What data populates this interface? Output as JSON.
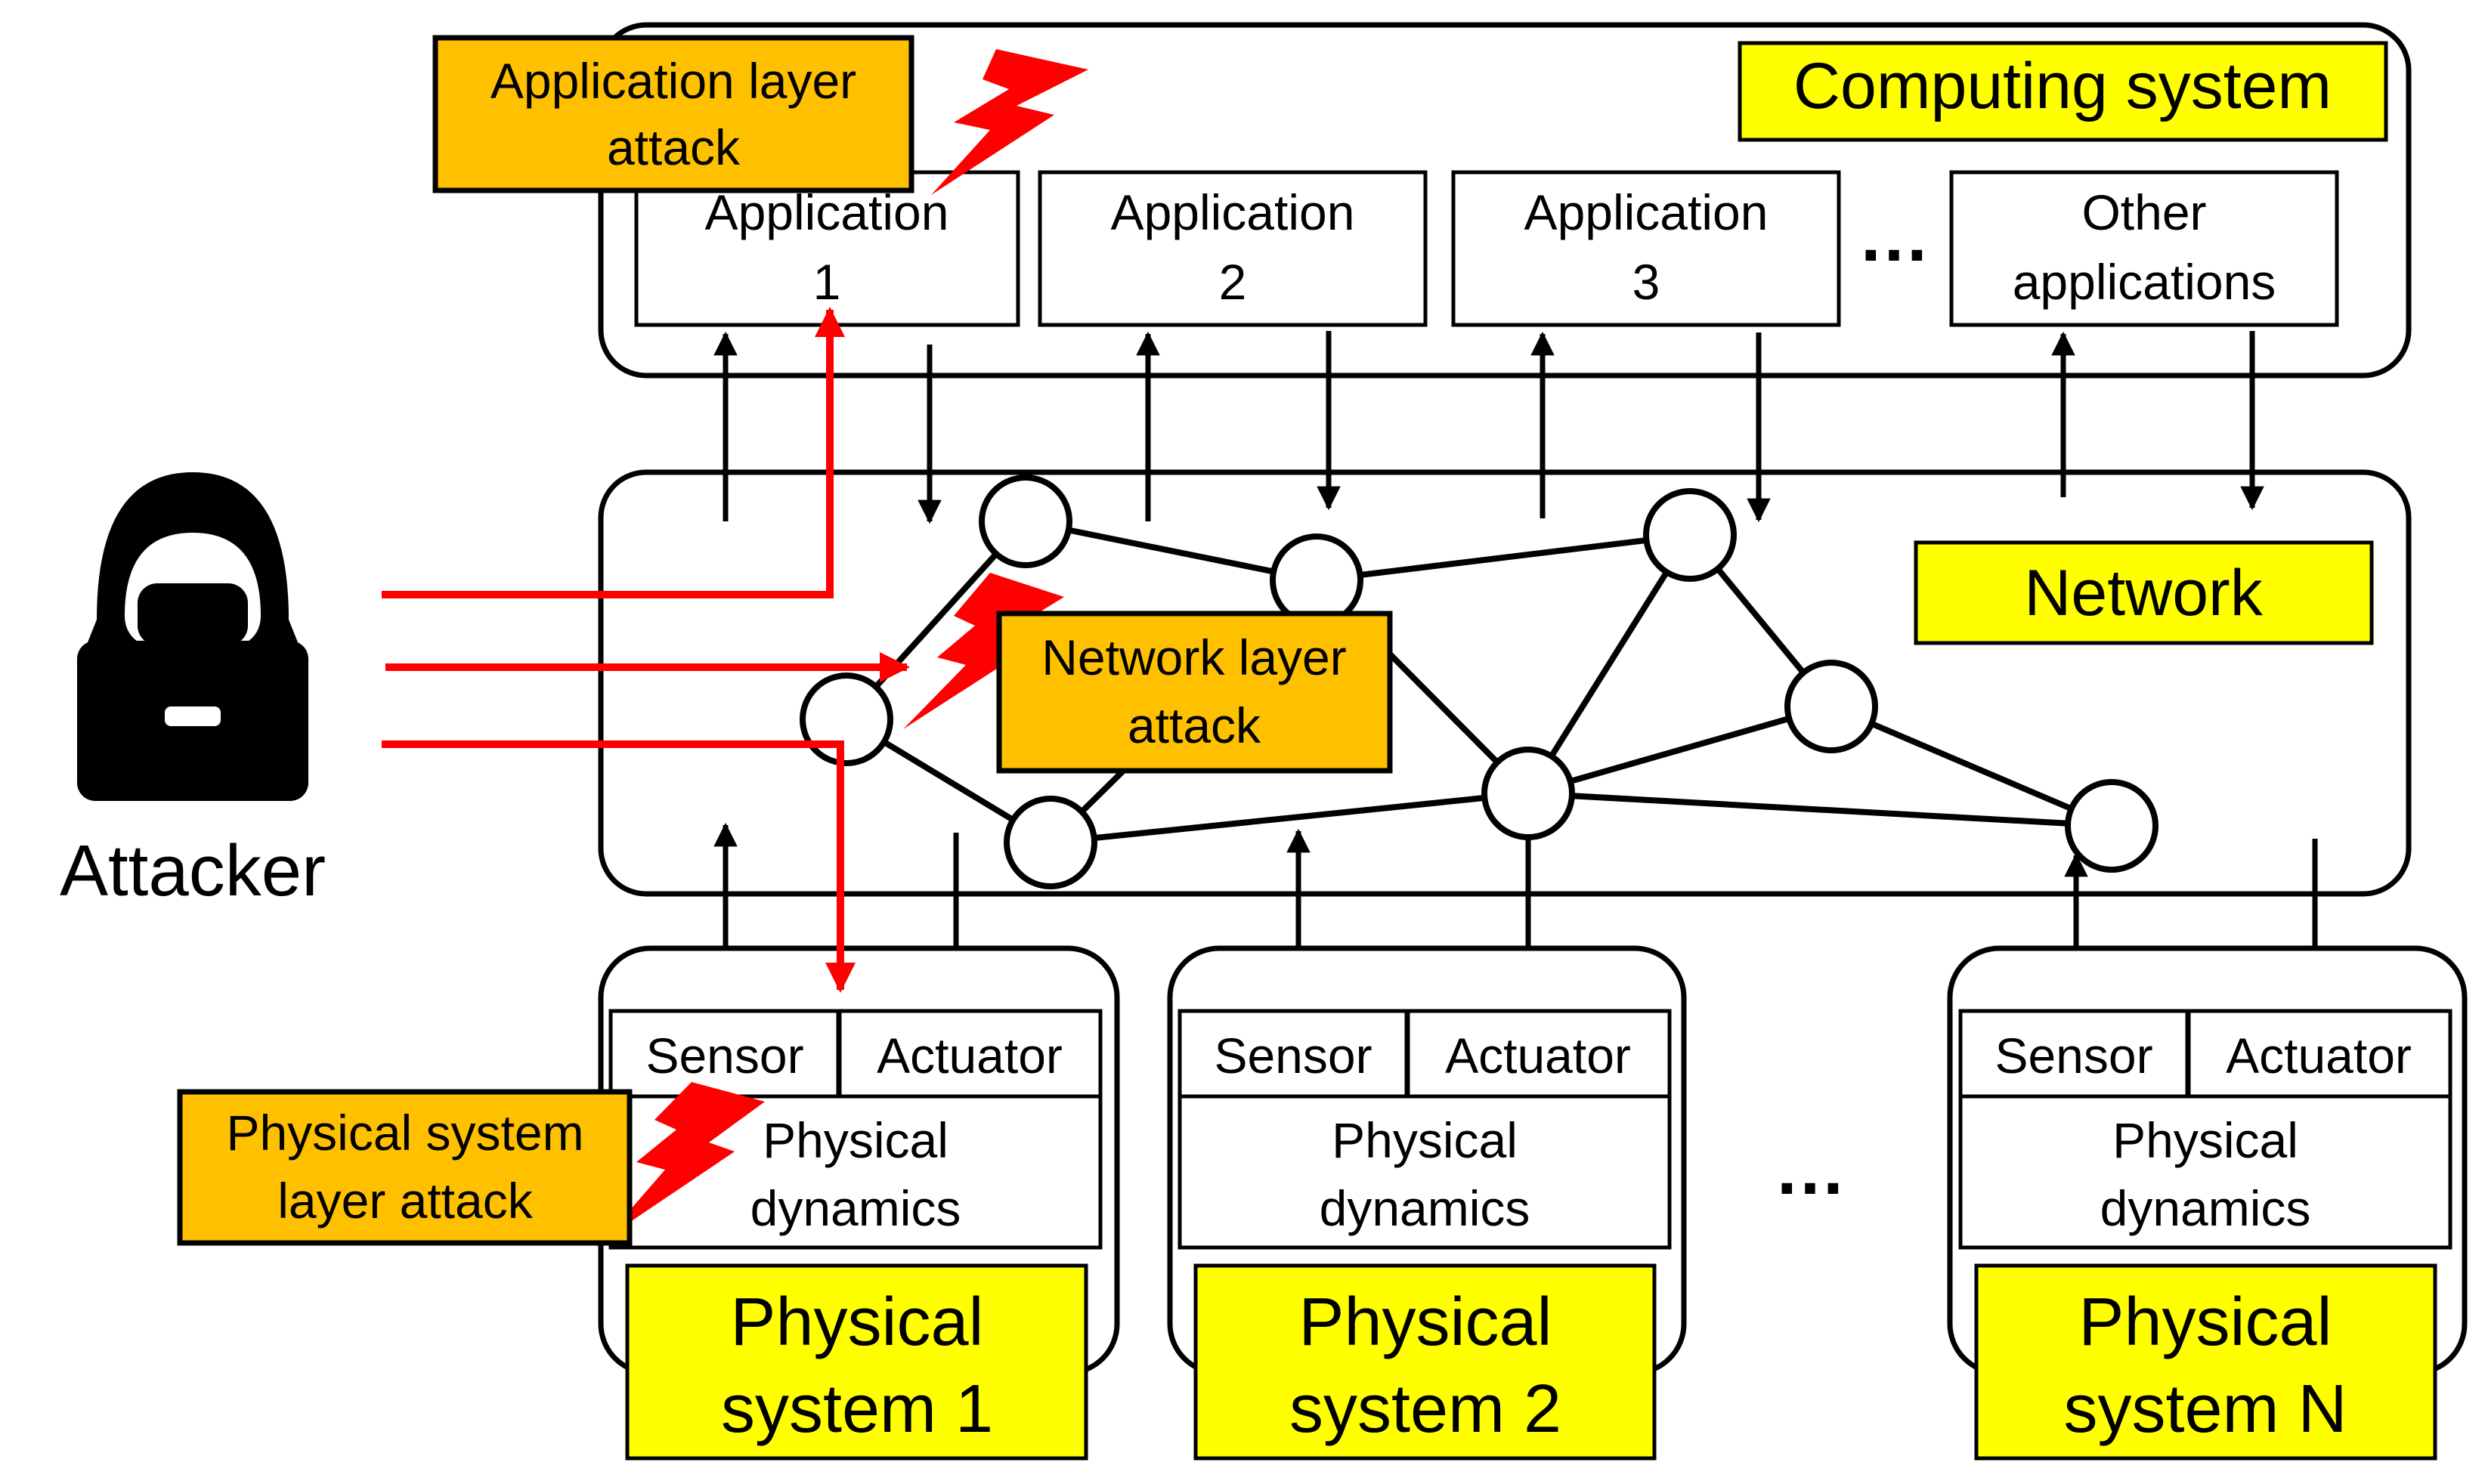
{
  "colors": {
    "label_yellow": "#ffff00",
    "attack_orange": "#ffc000",
    "attack_red": "#ff0000",
    "line_black": "#000000"
  },
  "computing_system": {
    "label": "Computing system",
    "applications": [
      {
        "line1": "Application",
        "line2": "1"
      },
      {
        "line1": "Application",
        "line2": "2"
      },
      {
        "line1": "Application",
        "line2": "3"
      },
      {
        "line1": "Other",
        "line2": "applications"
      }
    ],
    "ellipsis": "…"
  },
  "network": {
    "label": "Network"
  },
  "attacker": {
    "label": "Attacker",
    "icon": "hooded-hacker-laptop-icon"
  },
  "attacks": {
    "application": {
      "line1": "Application layer",
      "line2": "attack"
    },
    "network": {
      "line1": "Network layer",
      "line2": "attack"
    },
    "physical": {
      "line1": "Physical system",
      "line2": "layer attack"
    }
  },
  "physical_systems": [
    {
      "sensor": "Sensor",
      "actuator": "Actuator",
      "dyn1": "Physical",
      "dyn2": "dynamics",
      "name1": "Physical",
      "name2": "system 1"
    },
    {
      "sensor": "Sensor",
      "actuator": "Actuator",
      "dyn1": "Physical",
      "dyn2": "dynamics",
      "name1": "Physical",
      "name2": "system 2"
    },
    {
      "sensor": "Sensor",
      "actuator": "Actuator",
      "dyn1": "Physical",
      "dyn2": "dynamics",
      "name1": "Physical",
      "name2": "system N"
    }
  ],
  "physical_ellipsis": "…"
}
